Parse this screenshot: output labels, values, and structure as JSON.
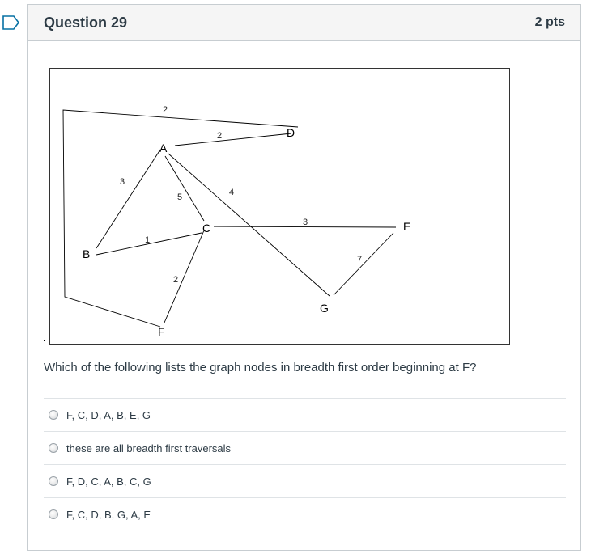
{
  "question": {
    "title": "Question 29",
    "points": "2 pts",
    "prompt": "Which of the following lists the graph nodes in breadth first order beginning at F?"
  },
  "graph": {
    "nodes": [
      "A",
      "B",
      "C",
      "D",
      "E",
      "F",
      "G"
    ],
    "edge_weights": {
      "B-D_outer": "2",
      "A-D": "2",
      "A-B": "3",
      "A-C": "5",
      "A-G": "4",
      "B-C": "1",
      "C-E": "3",
      "C-F": "2",
      "E-G": "7"
    }
  },
  "answers": [
    {
      "label": "F, C, D, A, B, E, G"
    },
    {
      "label": "these are all breadth first traversals"
    },
    {
      "label": "F, D, C, A, B, C, G"
    },
    {
      "label": "F, C, D, B, G, A, E"
    }
  ],
  "colors": {
    "header_bg": "#f5f5f5",
    "border": "#c7cdd1",
    "bookmark": "#0770a3",
    "text": "#2d3b45"
  },
  "icons": {
    "bookmark": "bookmark-flag-icon",
    "radio": "radio-unselected-icon"
  }
}
